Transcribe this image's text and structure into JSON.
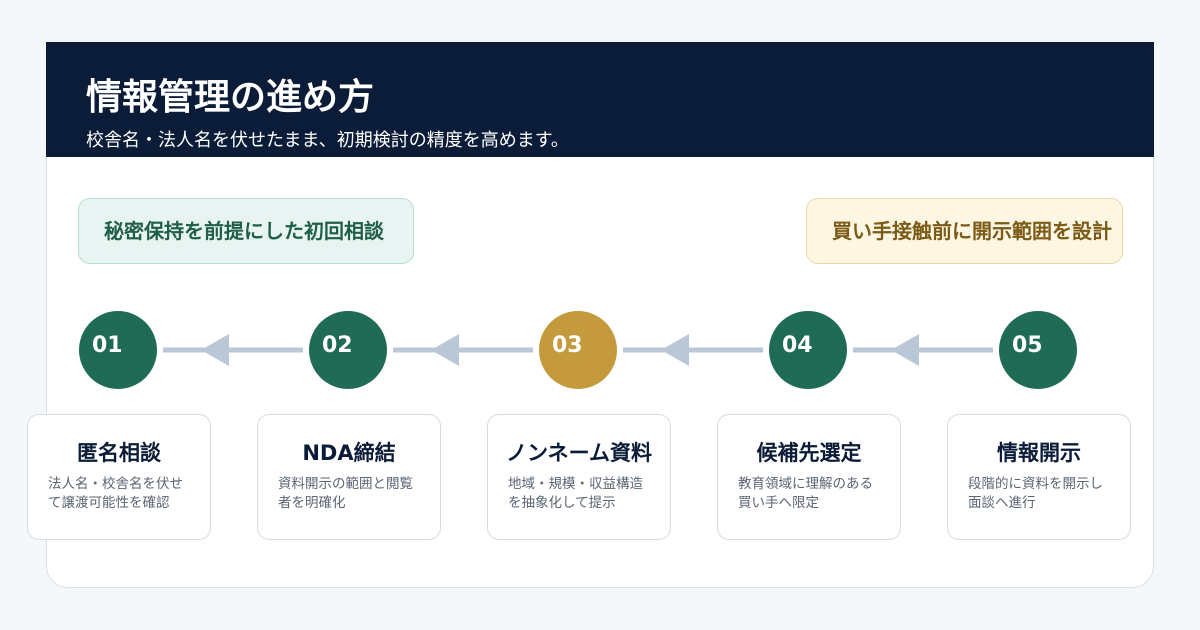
{
  "header": {
    "title": "情報管理の進め方",
    "subtitle": "校舎名・法人名を伏せたまま、初期検討の精度を高めます。"
  },
  "pills": {
    "left": "秘密保持を前提にした初回相談",
    "right": "買い手接触前に開示範囲を設計"
  },
  "colors": {
    "navy": "#0b1c38",
    "green": "#1f6b56",
    "gold": "#c49a3c",
    "arrow": "#b9c7d6"
  },
  "steps": [
    {
      "num": "01",
      "title": "匿名相談",
      "desc": "法人名・校舎名を伏せて譲渡可能性を確認",
      "color": "green"
    },
    {
      "num": "02",
      "title": "NDA締結",
      "desc": "資料開示の範囲と閲覧者を明確化",
      "color": "green"
    },
    {
      "num": "03",
      "title": "ノンネーム資料",
      "desc": "地域・規模・収益構造を抽象化して提示",
      "color": "gold"
    },
    {
      "num": "04",
      "title": "候補先選定",
      "desc": "教育領域に理解のある買い手へ限定",
      "color": "green"
    },
    {
      "num": "05",
      "title": "情報開示",
      "desc": "段階的に資料を開示し面談へ進行",
      "color": "green"
    }
  ]
}
